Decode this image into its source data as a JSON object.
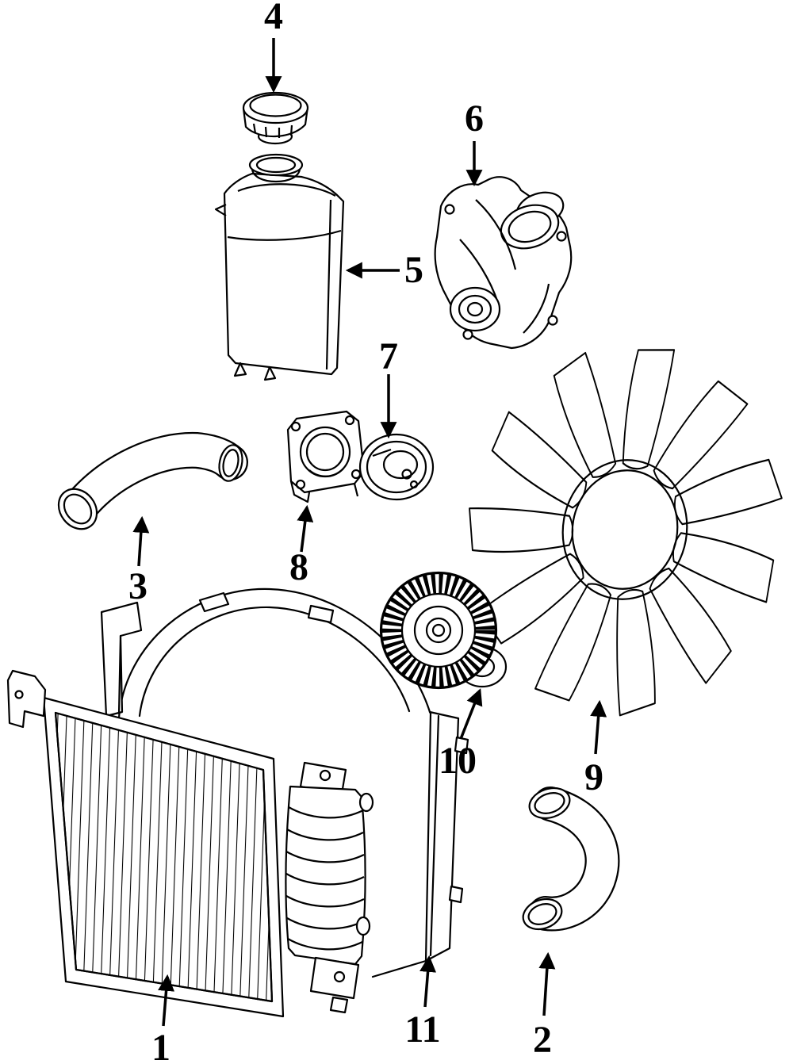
{
  "page": {
    "background_color": "#ffffff",
    "ink_color": "#000000",
    "kind": "exploded-parts-line-diagram",
    "subject": "engine-cooling-system"
  },
  "callouts": [
    {
      "number": "1",
      "part": "radiator"
    },
    {
      "number": "2",
      "part": "lower-radiator-hose"
    },
    {
      "number": "3",
      "part": "upper-radiator-hose"
    },
    {
      "number": "4",
      "part": "expansion-tank-cap"
    },
    {
      "number": "5",
      "part": "expansion-tank"
    },
    {
      "number": "6",
      "part": "water-pump"
    },
    {
      "number": "7",
      "part": "thermostat"
    },
    {
      "number": "8",
      "part": "thermostat-housing"
    },
    {
      "number": "9",
      "part": "fan-blade"
    },
    {
      "number": "10",
      "part": "fan-clutch"
    },
    {
      "number": "11",
      "part": "fan-shroud"
    }
  ]
}
